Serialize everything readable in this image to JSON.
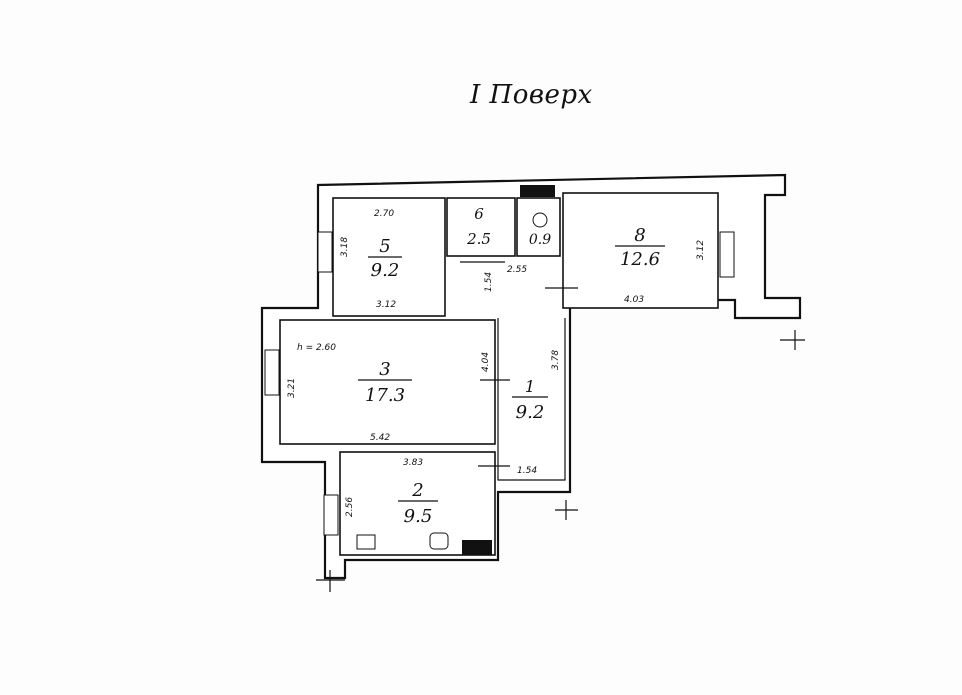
{
  "title": "I Поверх",
  "height_note": "h = 2.60",
  "rooms": [
    {
      "id": "1",
      "number": "1",
      "area": "9.2"
    },
    {
      "id": "2",
      "number": "2",
      "area": "9.5"
    },
    {
      "id": "3",
      "number": "3",
      "area": "17.3"
    },
    {
      "id": "5",
      "number": "5",
      "area": "9.2"
    },
    {
      "id": "6",
      "number": "6",
      "area": "2.5"
    },
    {
      "id": "7",
      "number": "",
      "area": "0.9"
    },
    {
      "id": "8",
      "number": "8",
      "area": "12.6"
    }
  ],
  "dimensions": {
    "room5_top": "2.70",
    "room5_side": "3.18",
    "room5_bottom": "3.12",
    "room8_side": "3.12",
    "room8_bottom": "4.03",
    "room3_side": "3.21",
    "room3_bottom": "5.42",
    "room3_right": "4.04",
    "hall_side": "3.78",
    "room2_top": "3.83",
    "room2_side": "2.56",
    "small_a": "2.55",
    "small_b": "1.54",
    "small_c": "1.54"
  }
}
